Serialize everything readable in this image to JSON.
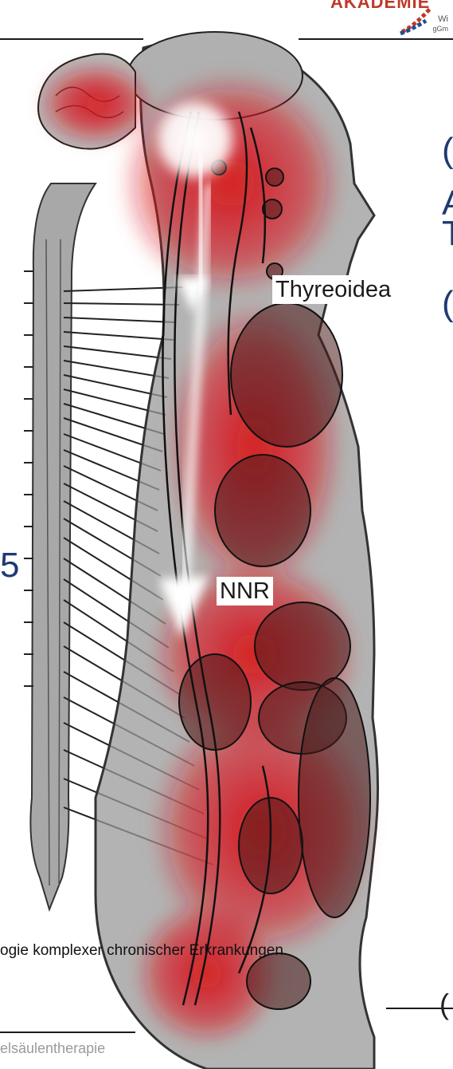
{
  "header": {
    "logo_text": "AKADEMIE",
    "logo_sub_1": "Wi",
    "logo_sub_2": "gGm"
  },
  "labels": {
    "thyreoidea": "Thyreoidea",
    "nnr": "NNR"
  },
  "side_text": {
    "left_char": "5",
    "right_chars": [
      "(",
      "A",
      "T",
      "(",
      "("
    ]
  },
  "footnote": "ogie komplexer chronischer Erkrankungen.",
  "footer": "elsäulentherapie",
  "colors": {
    "rule": "#1a1a1a",
    "side_text": "#1f3a73",
    "overlay_red": "#d8141b",
    "body_gray": "#9a9a9a"
  }
}
